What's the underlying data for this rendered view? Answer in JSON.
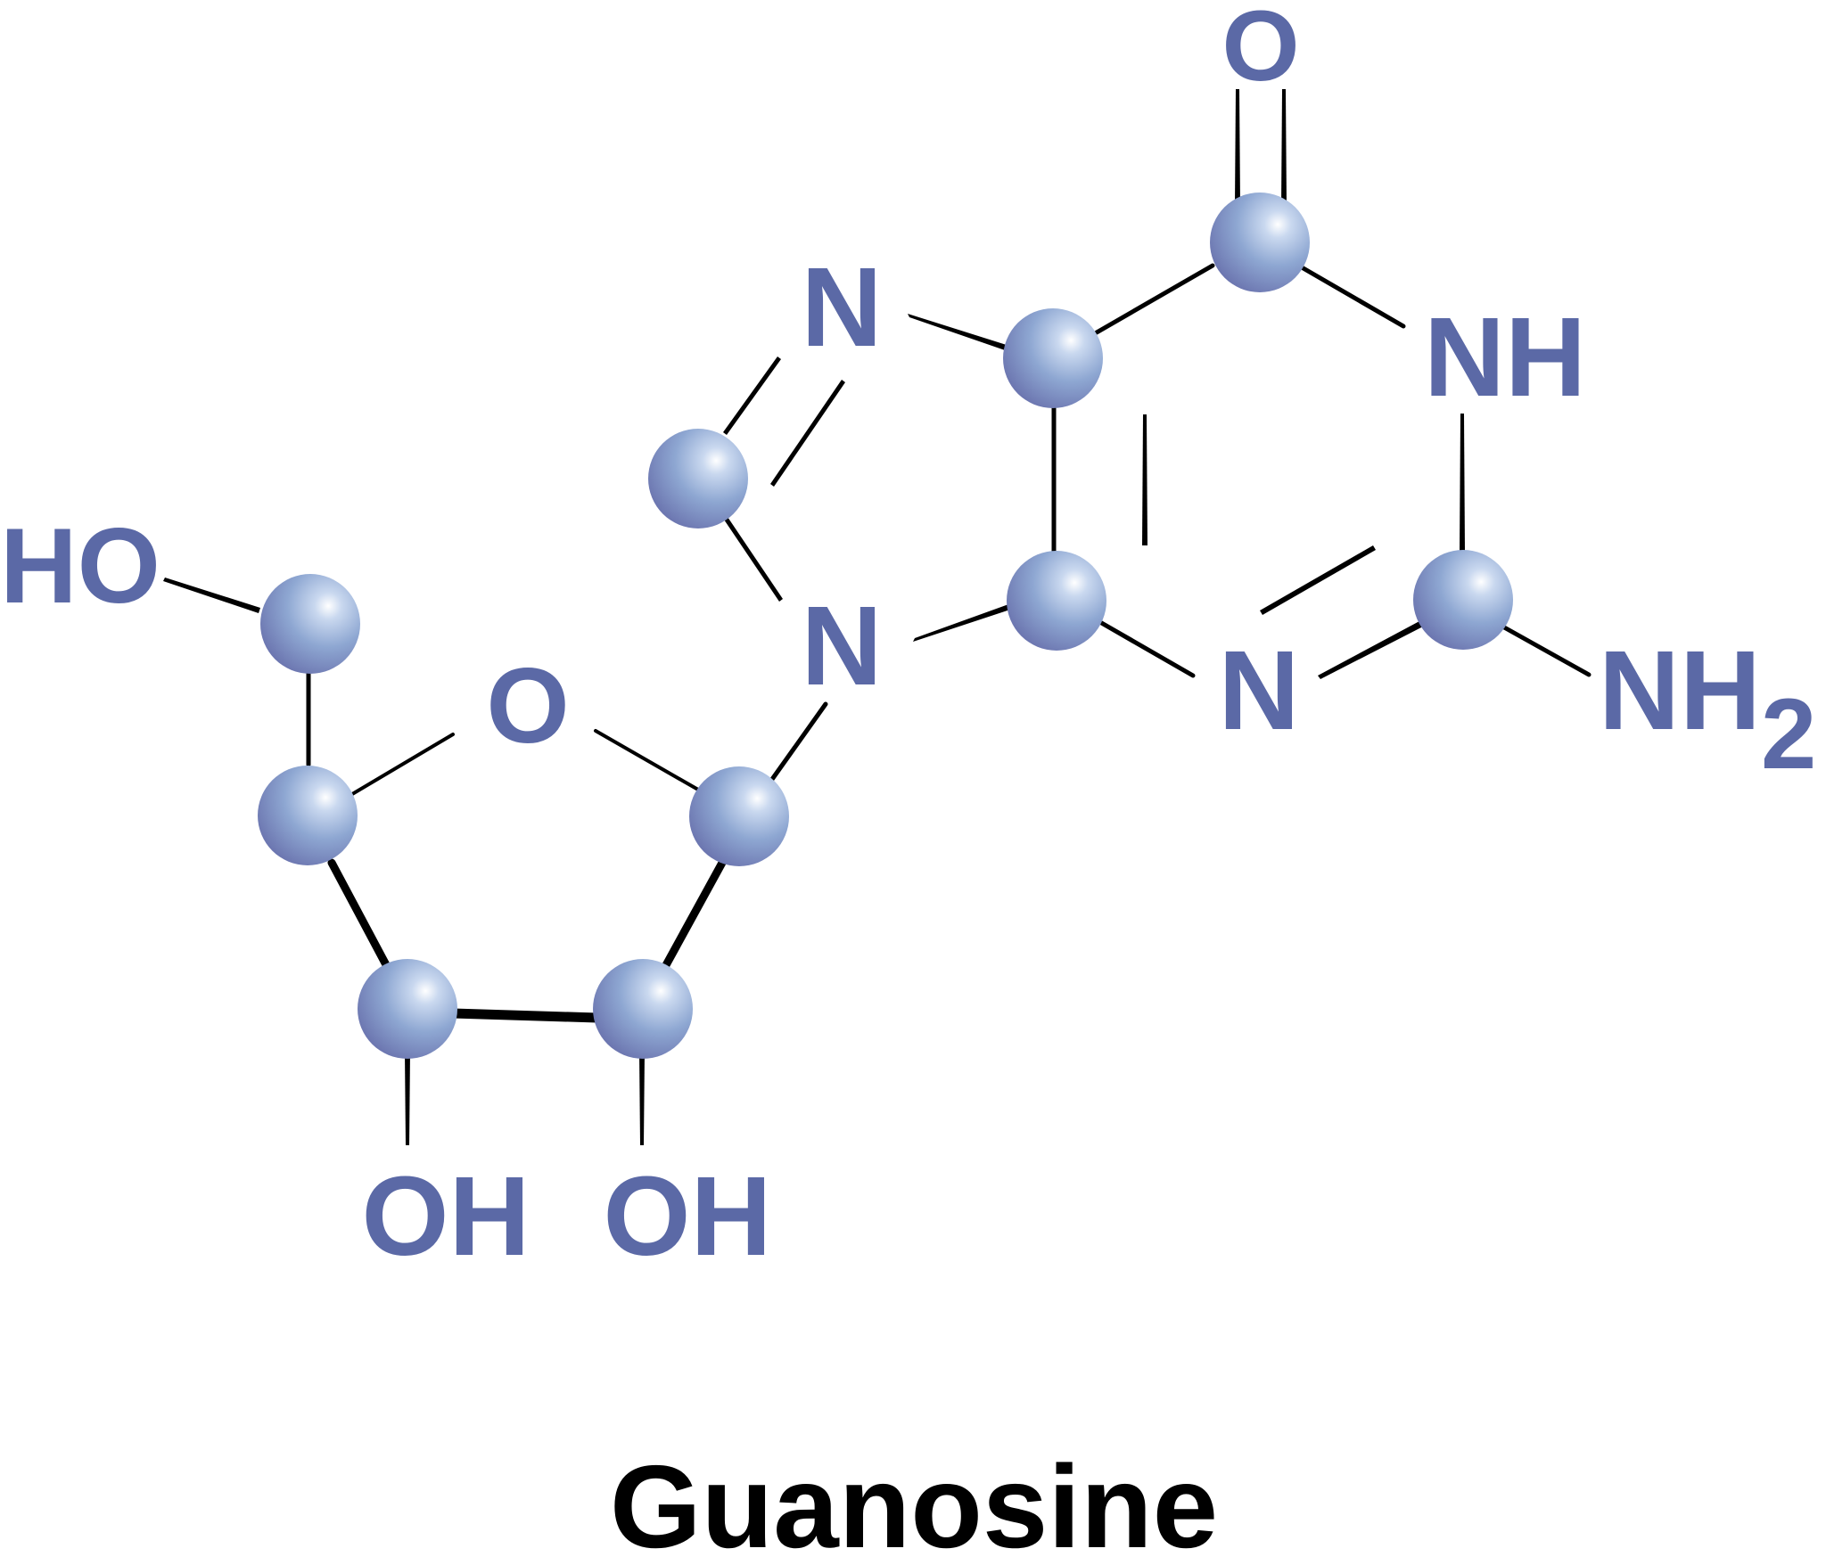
{
  "title": "Guanosine",
  "atom_labels": {
    "o_carbonyl": "O",
    "n7": "N",
    "n9": "N",
    "n1": "NH",
    "n3": "N",
    "nh2_main": "NH",
    "nh2_sub": "2",
    "ho_5prime": "HO",
    "o_ring": "O",
    "oh_3prime": "OH",
    "oh_2prime": "OH"
  },
  "colors": {
    "atom_label": "#5b69a6",
    "sphere_light": "#eef3fb",
    "sphere_mid": "#8fa9d3",
    "sphere_dark": "#6f7eb6",
    "bond": "#000000",
    "title": "#000000"
  }
}
